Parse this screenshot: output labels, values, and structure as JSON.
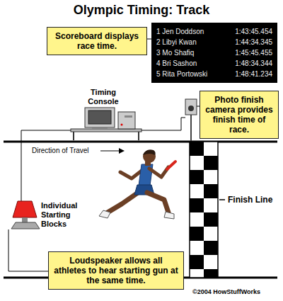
{
  "diagram": {
    "title": "Olympic Timing: Track",
    "nodes": [
      {
        "text": [
          "Scoreboard displays race time."
        ]
      },
      {
        "text": [
          "1 Jen Doddson",
          "1:43:45.454",
          "2 Libyi Kwan",
          "1:44:34.345",
          "3 Mo Shafiq",
          "1:45:45.455",
          "4 Bri Sashon",
          "1:48:34.344",
          "5 Rita Portowski",
          "1:48:41.234"
        ]
      },
      {
        "text": [
          "Photo finish camera provides finish time of race."
        ]
      },
      {
        "text": [
          "Loudspeaker allows all athletes to hear starting gun at the same time."
        ]
      }
    ],
    "labels": [
      "Timing Console",
      "Direction of Travel",
      "Individual Starting Blocks",
      "Finish Line",
      "©2004 HowStuffWorks"
    ]
  }
}
